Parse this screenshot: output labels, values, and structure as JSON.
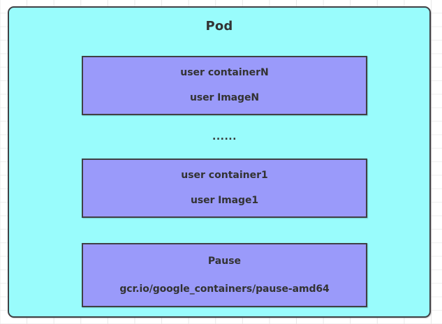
{
  "diagram": {
    "title": "Pod",
    "pod": {
      "label": "Pod",
      "fill_color": "#99fcfc",
      "border_color": "#3f4044"
    },
    "containers": [
      {
        "name": "user containerN",
        "image": "user ImageN",
        "fill_color": "#9a9afa",
        "border_color": "#3f4044"
      },
      {
        "name": "user container1",
        "image": "user Image1",
        "fill_color": "#9a9afa",
        "border_color": "#3f4044"
      },
      {
        "name": "Pause",
        "image": "gcr.io/google_containers/pause-amd64",
        "fill_color": "#9a9afa",
        "border_color": "#3f4044"
      }
    ],
    "ellipsis": "......"
  }
}
